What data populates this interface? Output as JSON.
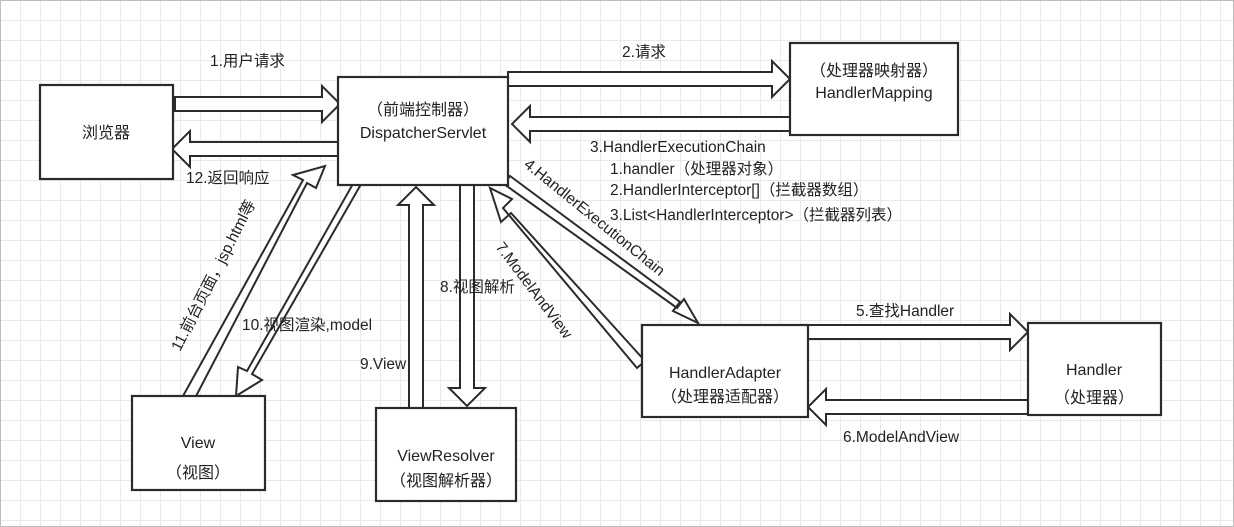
{
  "nodes": {
    "browser": {
      "line1": "浏览器"
    },
    "dispatcher": {
      "line1": "（前端控制器）",
      "line2": "DispatcherServlet"
    },
    "handler_mapping": {
      "line1": "（处理器映射器）",
      "line2": "HandlerMapping"
    },
    "handler_adapter": {
      "line1": "HandlerAdapter",
      "line2": "（处理器适配器）"
    },
    "handler": {
      "line1": "Handler",
      "line2": "（处理器）"
    },
    "view_resolver": {
      "line1": "ViewResolver",
      "line2": "（视图解析器）"
    },
    "view": {
      "line1": "View",
      "line2": "（视图）"
    }
  },
  "steps": {
    "s1": "1.用户请求",
    "s2": "2.请求",
    "s3_title": "3.HandlerExecutionChain",
    "s3_items": [
      "1.handler（处理器对象）",
      "2.HandlerInterceptor[]（拦截器数组）",
      "3.List<HandlerInterceptor>（拦截器列表）"
    ],
    "s4": "4.HandlerExecutionChain",
    "s5": "5.查找Handler",
    "s6": "6.ModelAndView",
    "s7": "7.ModelAndView",
    "s8": "8.视图解析",
    "s9": "9.View",
    "s10": "10.视图渲染,model",
    "s11": "11.前台页面，jsp.html等",
    "s12": "12.返回响应"
  }
}
